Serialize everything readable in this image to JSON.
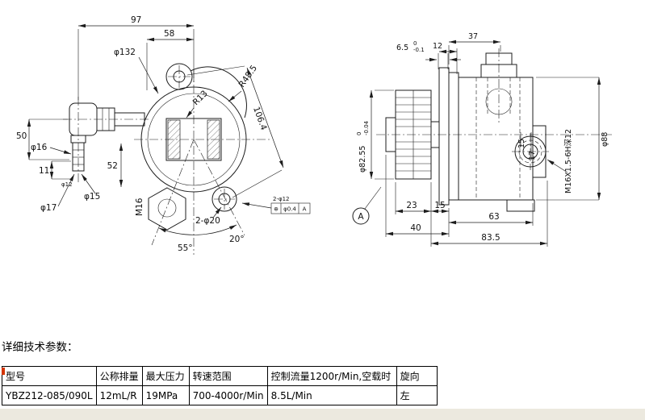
{
  "page": {
    "heading": "详细技术参数："
  },
  "front_view": {
    "dim_97": "97",
    "dim_58": "58",
    "dim_phi132": "φ132",
    "dim_r48_5": "R48.5",
    "dim_r13": "R13",
    "dim_106_4": "106.4",
    "dim_50": "50",
    "dim_phi16": "φ16",
    "dim_11": "11",
    "dim_phi12": "φ12",
    "dim_52": "52",
    "dim_phi15": "φ15",
    "dim_phi17": "φ17",
    "dim_m16": "M16",
    "dim_2phi20": "2-φ20",
    "dim_55": "55°",
    "dim_20": "20°",
    "gdt": {
      "label": "2-φ12",
      "symbol": "⊕",
      "tolerance": "φ0.4",
      "datum": "A"
    }
  },
  "side_view": {
    "dim_6_5": {
      "base": "6.5",
      "tol_upper": "0",
      "tol_lower": "-0.1"
    },
    "dim_12": "12",
    "dim_37": "37",
    "dim_phi82_55": {
      "base": "φ82.55",
      "tol_upper": "0",
      "tol_lower": "-0.04"
    },
    "dim_phi88": "φ88",
    "port_thread": "M16X1.5-6H深12",
    "dim_15_port": "15",
    "dim_17": "17",
    "dim_23": "23",
    "dim_15": "15",
    "dim_63": "63",
    "dim_40": "40",
    "dim_83_5": "83.5",
    "datum_a": "A"
  },
  "table": {
    "headers": [
      "型号",
      "公称排量",
      "最大压力",
      "转速范围",
      "控制流量1200r/Min,空载时",
      "旋向"
    ],
    "row": [
      "YBZ212-085/090L",
      "12mL/R",
      "19MPa",
      "700-4000r/Min",
      "8.5L/Min",
      "左"
    ]
  }
}
